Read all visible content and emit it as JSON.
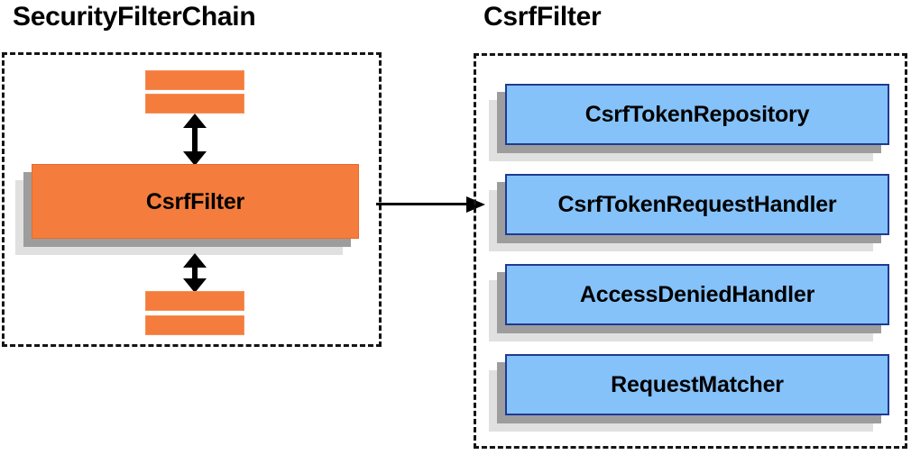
{
  "diagram": {
    "type": "component-collaboration-diagram",
    "background_color": "#ffffff"
  },
  "panels": {
    "left": {
      "title": "SecurityFilterChain",
      "border_style": "dashed",
      "border_color": "#141414",
      "highlighted_component": {
        "label": "CsrfFilter",
        "fill_color": "#f47c3c",
        "text_color": "#000000"
      },
      "filter_bars": [
        {
          "name": "filter-bar-above-1"
        },
        {
          "name": "filter-bar-above-2"
        },
        {
          "name": "filter-bar-below-1"
        },
        {
          "name": "filter-bar-below-2"
        }
      ],
      "arrows": [
        {
          "name": "arrow-chain-above",
          "direction": "bidirectional-vertical"
        },
        {
          "name": "arrow-chain-below",
          "direction": "bidirectional-vertical"
        }
      ]
    },
    "right": {
      "title": "CsrfFilter",
      "border_style": "dashed",
      "border_color": "#141414",
      "components": [
        {
          "label": "CsrfTokenRepository",
          "fill_color": "#85c2fa",
          "text_color": "#000000"
        },
        {
          "label": "CsrfTokenRequestHandler",
          "fill_color": "#85c2fa",
          "text_color": "#000000"
        },
        {
          "label": "AccessDeniedHandler",
          "fill_color": "#85c2fa",
          "text_color": "#000000"
        },
        {
          "label": "RequestMatcher",
          "fill_color": "#85c2fa",
          "text_color": "#000000"
        }
      ]
    }
  },
  "connector": {
    "name": "expands-into-arrow",
    "direction": "left-to-right",
    "color": "#000000"
  },
  "colors": {
    "orange_fill": "#f47c3c",
    "orange_border": "#e86b28",
    "blue_fill": "#85c2fa",
    "blue_border": "#1f3a93",
    "shadow_mid": "#9d9d9d",
    "shadow_back": "#e0e0e0",
    "outline": "#141414"
  }
}
